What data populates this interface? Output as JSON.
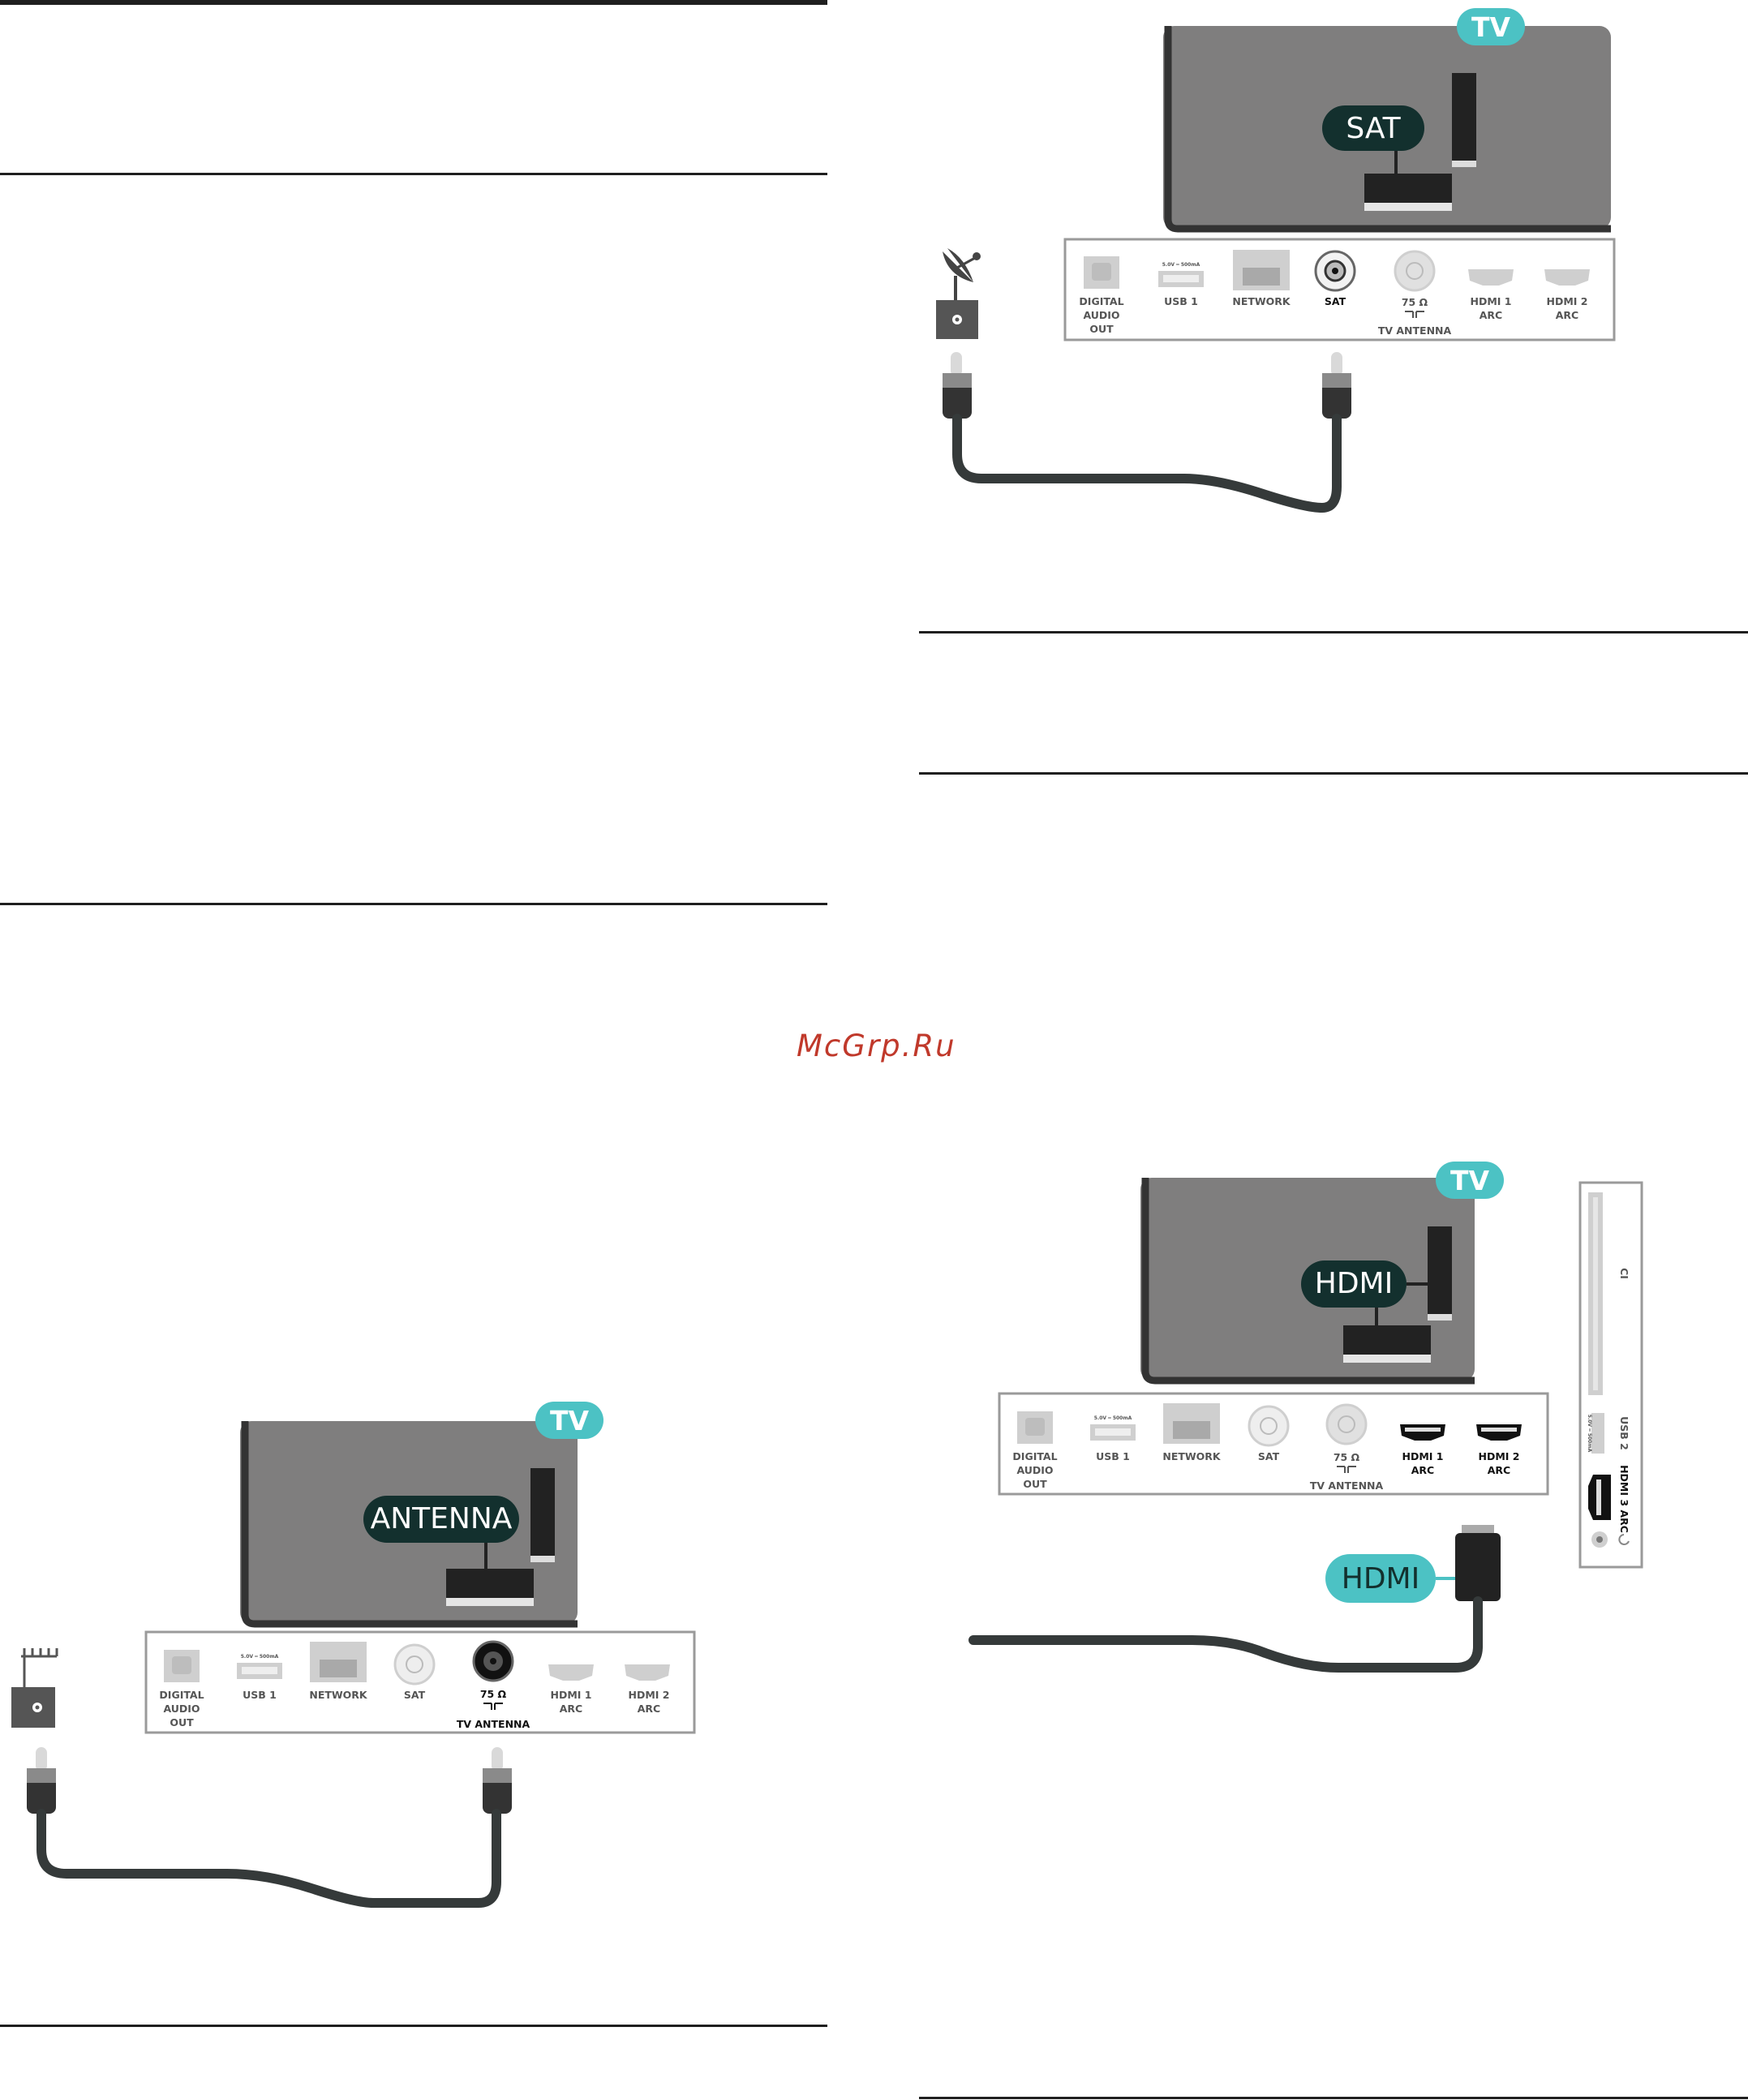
{
  "watermark": "McGrp.Ru",
  "colors": {
    "tv_body": "#7f7e7e",
    "tv_frame": "#333333",
    "teal": "#4cc2c4",
    "dark_pill": "#13302e",
    "cable": "#353a3a",
    "panel_border": "#9a9a9a"
  },
  "panel_labels": {
    "digital": "DIGITAL",
    "audio": "AUDIO",
    "out": "OUT",
    "usb_spec": "5.0V ═ 500mA",
    "usb1": "USB 1",
    "network": "NETWORK",
    "sat": "SAT",
    "ohm": "75 Ω",
    "tv_antenna": "TV ANTENNA",
    "hdmi1": "HDMI 1",
    "hdmi2": "HDMI 2",
    "arc": "ARC"
  },
  "side_panel": {
    "ci": "CI",
    "usb2": "USB 2",
    "usb_spec": "5.0V ═ 500mA",
    "hdmi3": "HDMI 3 ARC"
  },
  "diagrams": {
    "sat": {
      "tv": "TV",
      "callout": "SAT",
      "cable": "icon"
    },
    "antenna": {
      "tv": "TV",
      "callout": "ANTENNA",
      "cable": "icon"
    },
    "hdmi": {
      "tv": "TV",
      "callout": "HDMI",
      "cable_label": "HDMI"
    }
  }
}
